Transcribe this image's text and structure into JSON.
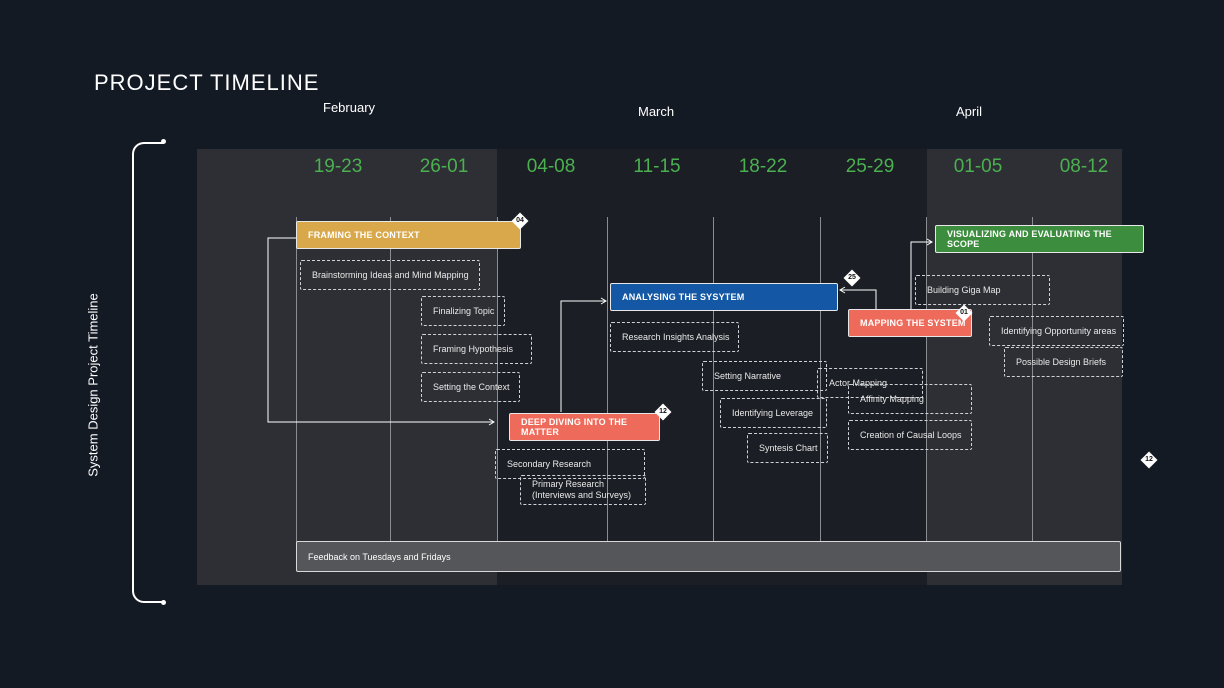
{
  "title": "PROJECT TIMELINE",
  "side_label": "System Design Project Timeline",
  "months": [
    "February",
    "March",
    "April"
  ],
  "weeks": [
    "19-23",
    "26-01",
    "04-08",
    "11-15",
    "18-22",
    "25-29",
    "01-05",
    "08-12"
  ],
  "phases": {
    "framing": {
      "label": "FRAMING THE CONTEXT",
      "color": "#d9a84a",
      "badge": "04"
    },
    "deep": {
      "label": "DEEP DIVING INTO THE MATTER",
      "color": "#ee6a5a",
      "badge": "12"
    },
    "analysing": {
      "label": "ANALYSING THE SYSYTEM",
      "color": "#1357a5",
      "badge": "25"
    },
    "mapping": {
      "label": "MAPPING THE SYSTEM",
      "color": "#ee6a5a",
      "badge": "01"
    },
    "visualizing": {
      "label": "VISUALIZING AND EVALUATING THE SCOPE",
      "color": "#3c8e3e"
    }
  },
  "tasks": {
    "brainstorm": "Brainstorming Ideas and Mind Mapping",
    "finalizing": "Finalizing Topic",
    "hypothesis": "Framing Hypothesis",
    "setting_context": "Setting the Context",
    "secondary": "Secondary Research",
    "primary_1": "Primary Research",
    "primary_2": "(Interviews and Surveys)",
    "insights": "Research Insights Analysis",
    "narrative": "Setting Narrative",
    "leverage": "Identifying Leverage",
    "syntesis": "Syntesis Chart",
    "actor": "Actor Mapping",
    "affinity": "Affinity Mapping",
    "causal": "Creation of Causal Loops",
    "giga": "Building Giga Map",
    "opportunity": "Identifying Opportunity areas",
    "briefs": "Possible Design Briefs"
  },
  "feedback": "Feedback on Tuesdays and Fridays",
  "end_badge": "12"
}
